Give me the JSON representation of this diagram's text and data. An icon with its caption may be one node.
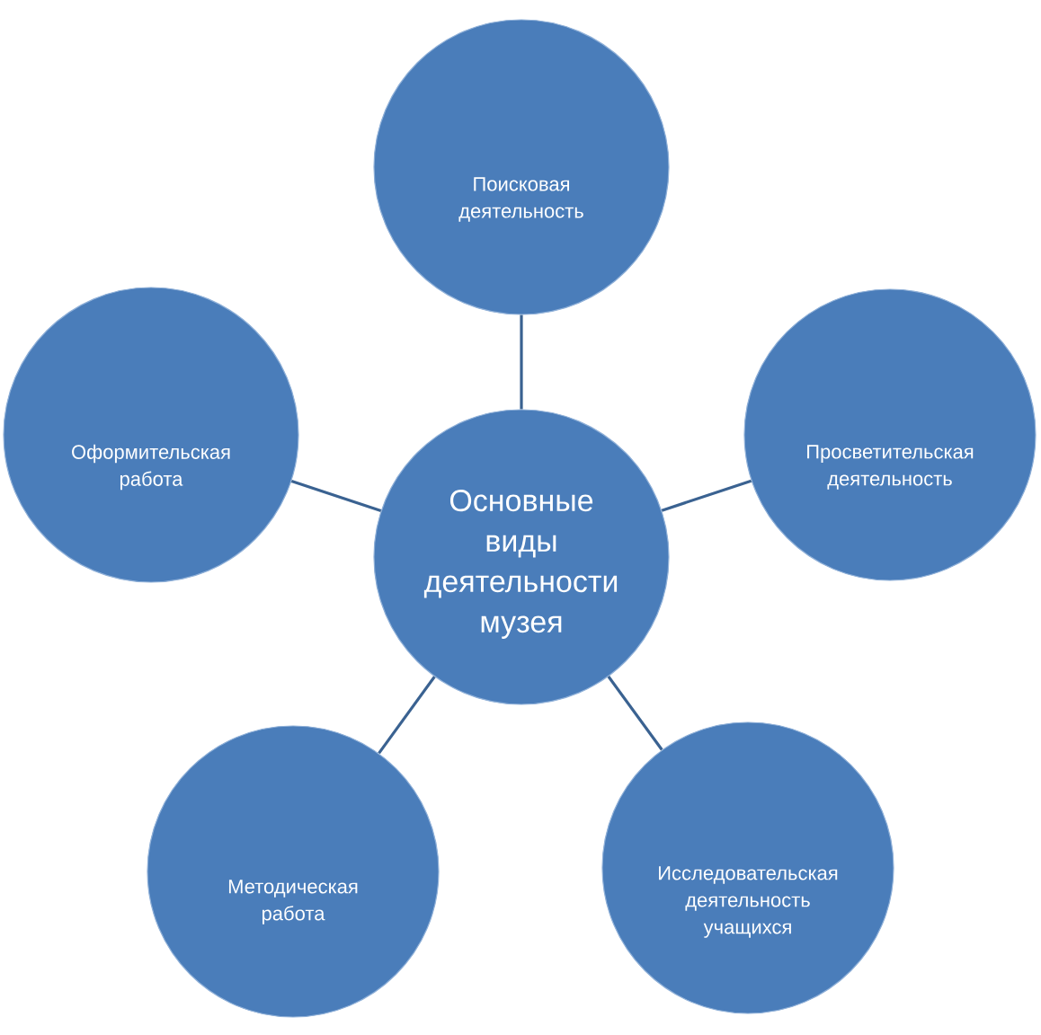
{
  "diagram": {
    "nodes": [
      {
        "text": [
          "Поисковая деятельность"
        ]
      },
      {
        "text": [
          "Оформительская работа"
        ]
      },
      {
        "text": [
          "Основные виды деятельности музея"
        ]
      },
      {
        "text": [
          "Просветительская деятельность"
        ]
      },
      {
        "text": [
          "Методическая работа"
        ]
      },
      {
        "text": [
          "Исследовательская деятельность учащихся"
        ]
      }
    ],
    "edges": [
      {
        "from": 2,
        "to": 0,
        "arrow": "none"
      },
      {
        "from": 2,
        "to": 1,
        "arrow": "none"
      },
      {
        "from": 2,
        "to": 3,
        "arrow": "none"
      },
      {
        "from": 2,
        "to": 4,
        "arrow": "none"
      },
      {
        "from": 2,
        "to": 5,
        "arrow": "none"
      }
    ]
  }
}
